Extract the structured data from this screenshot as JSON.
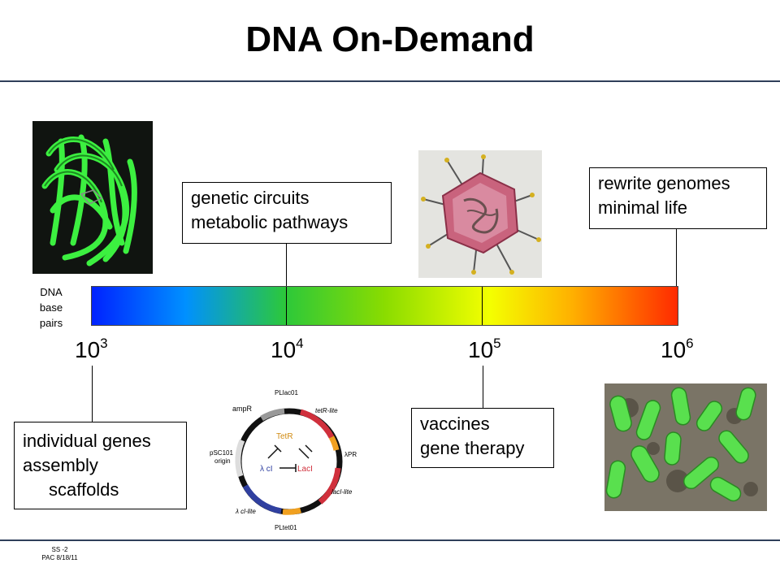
{
  "title": "DNA On-Demand",
  "axis_label": [
    "DNA",
    "base",
    "pairs"
  ],
  "scale": [
    {
      "base": "10",
      "exp": "3"
    },
    {
      "base": "10",
      "exp": "4"
    },
    {
      "base": "10",
      "exp": "5"
    },
    {
      "base": "10",
      "exp": "6"
    }
  ],
  "boxes": {
    "individual": [
      "individual genes",
      "assembly",
      "scaffolds"
    ],
    "circuits": [
      "genetic circuits",
      "metabolic pathways"
    ],
    "vaccines": [
      "vaccines",
      "gene therapy"
    ],
    "genomes": [
      "rewrite genomes",
      "minimal life"
    ]
  },
  "plasmid_labels": {
    "ampR": "ampR",
    "plac": "PLlac01",
    "tetR_lite": "tetR-lite",
    "psc101": "pSC101",
    "origin": "origin",
    "tetR": "TetR",
    "lambda_pr": "λPR",
    "lambda_ci": "λ cI",
    "lacI": "LacI",
    "lacI_lite": "lacI-lite",
    "ci_lite": "λ cl-lite",
    "ptet": "PLtet01"
  },
  "footer": [
    "SS -2",
    "PAC 8/18/11"
  ],
  "colors": {
    "rule": "#2f3f5a",
    "protein_green": "#3cf040",
    "bacteria_green": "#59e04e"
  },
  "images": [
    "green-fluorescent-protein-image",
    "virus-capsid-image",
    "plasmid-diagram",
    "bacteria-image"
  ]
}
